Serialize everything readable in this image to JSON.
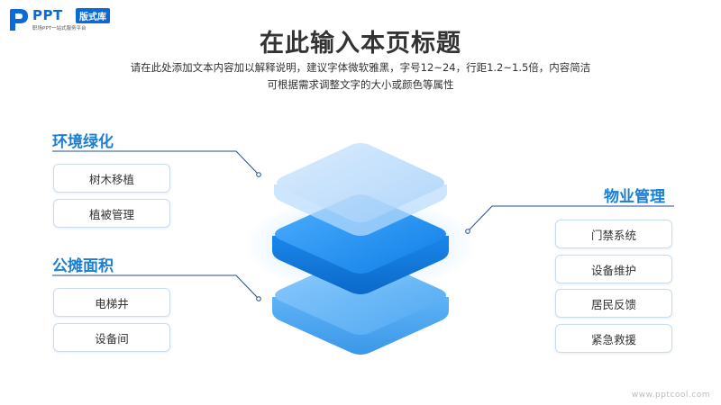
{
  "logo": {
    "name": "PPT",
    "badge": "版式库",
    "tagline": "职场PPT一站式服务平台"
  },
  "title": "在此输入本页标题",
  "subtitle": [
    "请在此处添加文本内容加以解释说明，建议字体微软雅黑，字号12~24，行距1.2~1.5倍，内容简洁",
    "可根据需求调整文字的大小或颜色等属性"
  ],
  "left_sections": [
    {
      "title": "环境绿化",
      "items": [
        "树木移植",
        "植被管理"
      ]
    },
    {
      "title": "公摊面积",
      "items": [
        "电梯井",
        "设备间"
      ]
    }
  ],
  "right_section": {
    "title": "物业管理",
    "items": [
      "门禁系统",
      "设备维护",
      "居民反馈",
      "紧急救援"
    ]
  },
  "colors": {
    "accent": "#1a7fd4",
    "brand": "#0a6bd8",
    "line": "#1f4e8c",
    "layer_dark": "#1c8ef0",
    "layer_light": "#bcdcfb"
  },
  "watermark": "www.pptcool.com"
}
